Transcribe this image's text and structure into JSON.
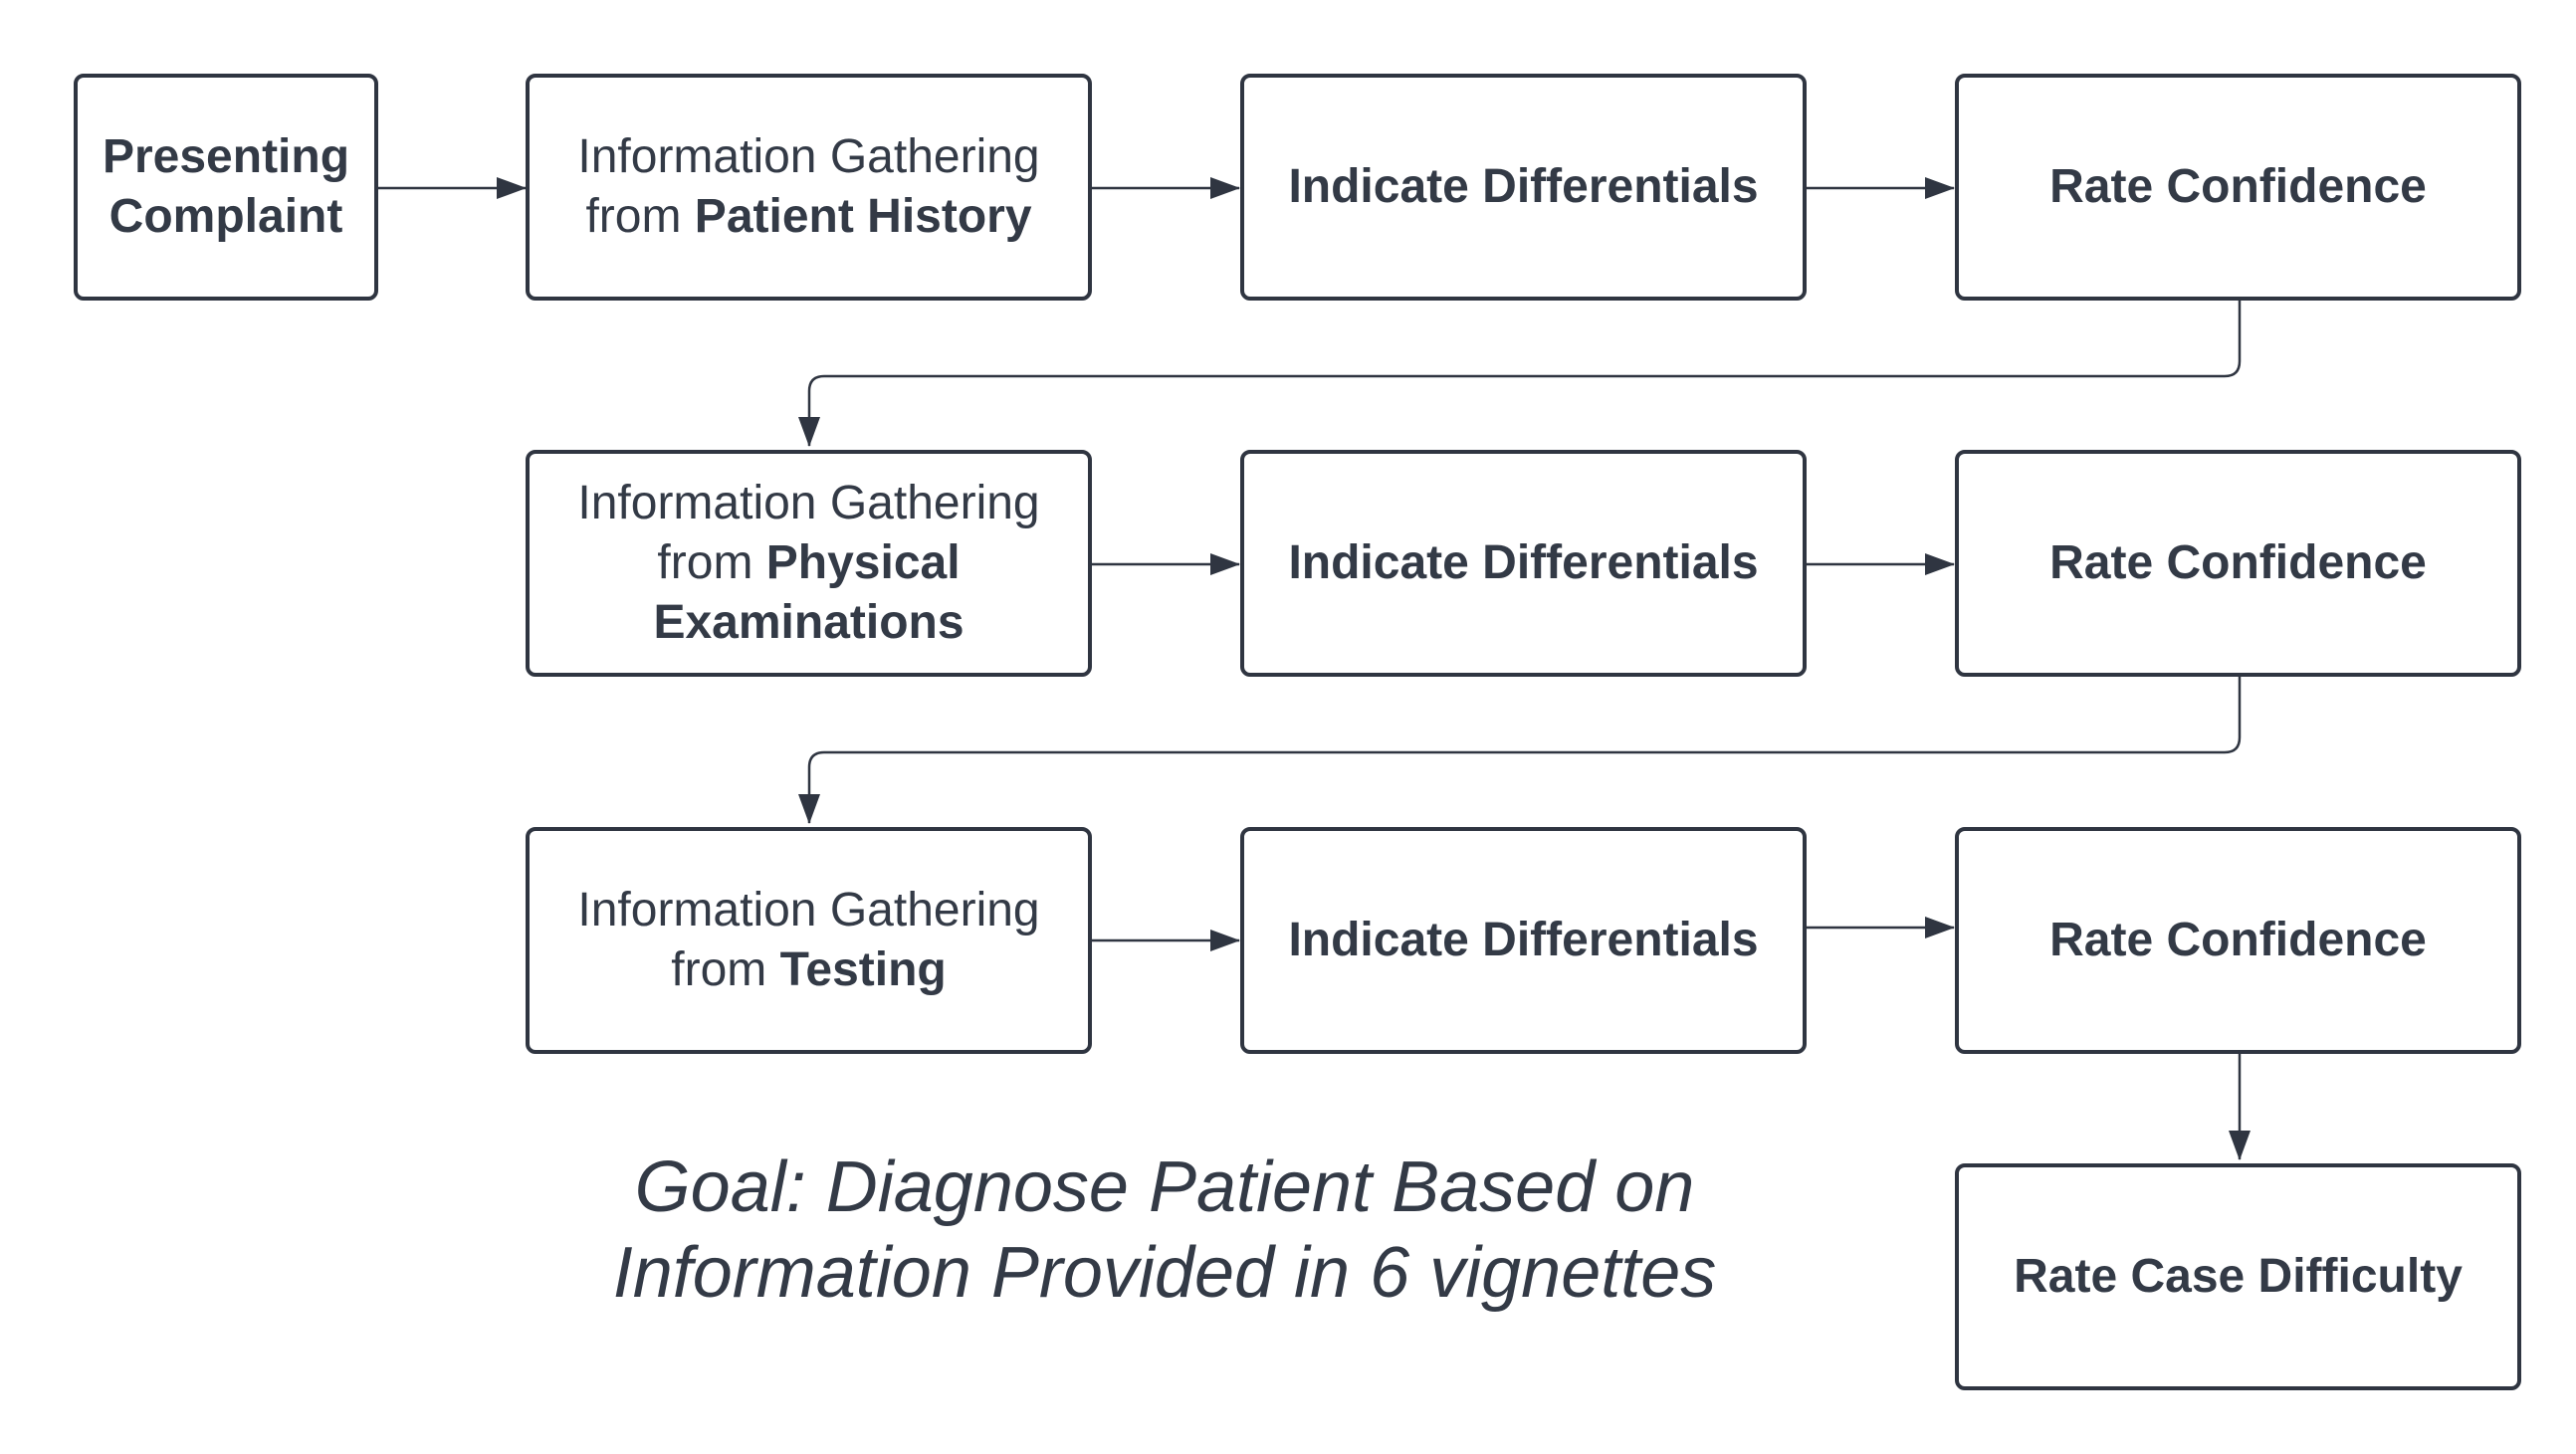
{
  "row1": {
    "presenting_complaint": "Presenting Complaint",
    "info_prefix": "Information Gathering from",
    "info_bold": "Patient History",
    "differentials": "Indicate Differentials",
    "confidence": "Rate Confidence"
  },
  "row2": {
    "info_prefix": "Information Gathering from",
    "info_bold": "Physical Examinations",
    "differentials": "Indicate Differentials",
    "confidence": "Rate Confidence"
  },
  "row3": {
    "info_prefix": "Information Gathering from",
    "info_bold": "Testing",
    "differentials": "Indicate Differentials",
    "confidence": "Rate Confidence"
  },
  "final": {
    "difficulty": "Rate Case Difficulty"
  },
  "goal": {
    "line1": "Goal: Diagnose Patient Based on",
    "line2": "Information Provided in 6 vignettes"
  },
  "colors": {
    "stroke": "#2f3541",
    "text": "#333a46",
    "background": "#ffffff"
  }
}
